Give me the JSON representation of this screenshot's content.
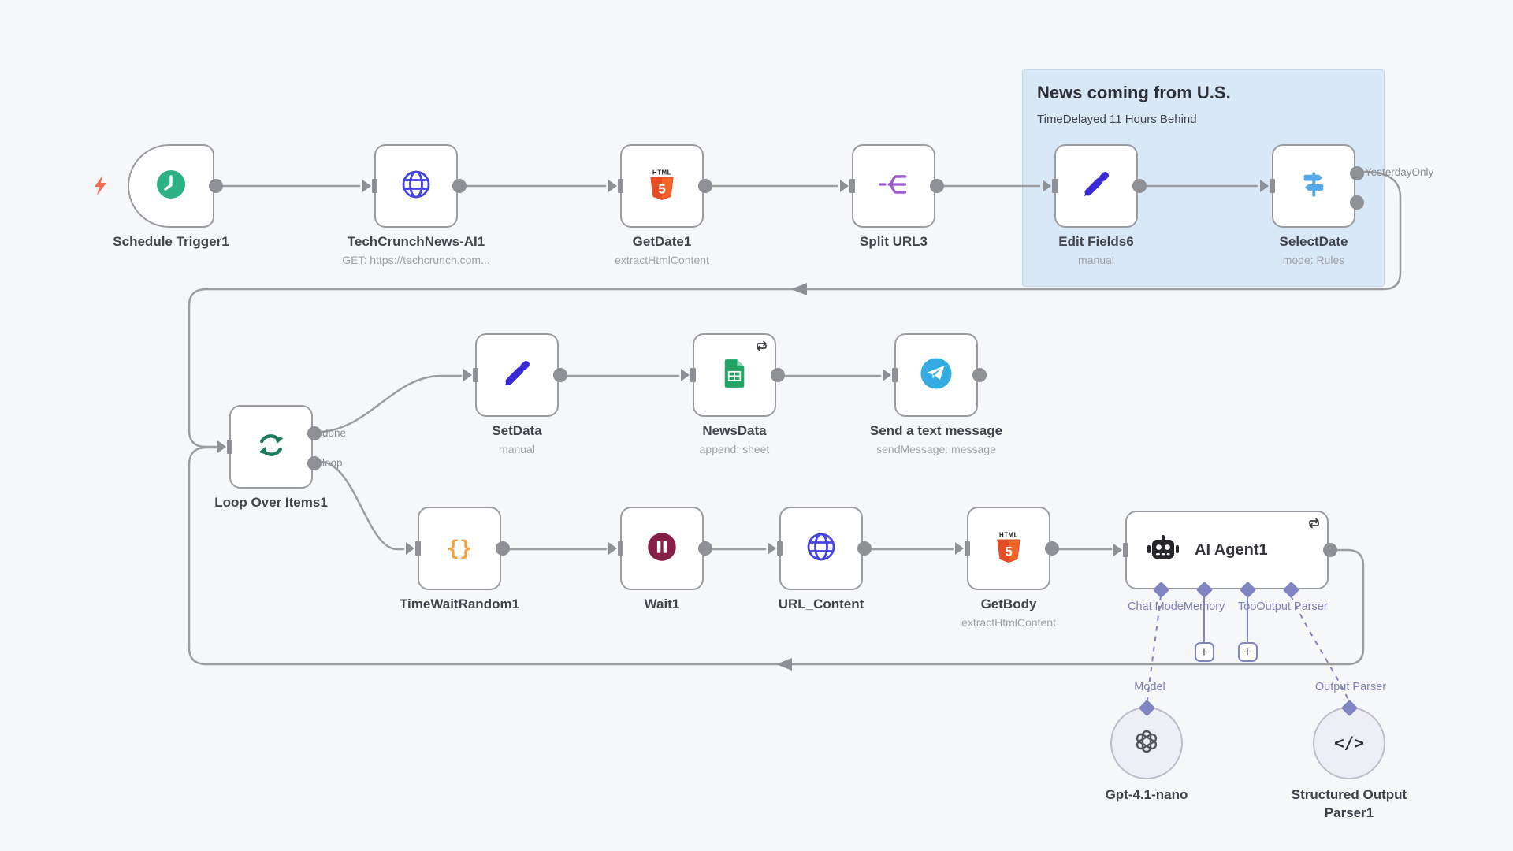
{
  "canvas": {
    "background": "#f6f7f8",
    "wire_color": "#9b9da0",
    "accent_purple": "#8184c2"
  },
  "sticky_note": {
    "title": "News coming from U.S.",
    "subtitle": "TimeDelayed 11 Hours Behind",
    "color": "#d9e8f7"
  },
  "nodes": {
    "schedule_trigger": {
      "name": "Schedule Trigger1"
    },
    "techcrunch_news": {
      "name": "TechCrunchNews-AI1",
      "subtitle": "GET: https://techcrunch.com..."
    },
    "getdate": {
      "name": "GetDate1",
      "subtitle": "extractHtmlContent"
    },
    "split_url": {
      "name": "Split URL3"
    },
    "edit_fields": {
      "name": "Edit Fields6",
      "subtitle": "manual"
    },
    "selectdate": {
      "name": "SelectDate",
      "subtitle": "mode: Rules",
      "output_label": "YesterdayOnly"
    },
    "loop_over_items": {
      "name": "Loop Over Items1",
      "output_done": "done",
      "output_loop": "loop"
    },
    "setdata": {
      "name": "SetData",
      "subtitle": "manual"
    },
    "newsdata": {
      "name": "NewsData",
      "subtitle": "append: sheet"
    },
    "send_text_message": {
      "name": "Send a text message",
      "subtitle": "sendMessage: message"
    },
    "timewaitrandom": {
      "name": "TimeWaitRandom1"
    },
    "wait": {
      "name": "Wait1"
    },
    "url_content": {
      "name": "URL_Content"
    },
    "getbody": {
      "name": "GetBody",
      "subtitle": "extractHtmlContent"
    },
    "ai_agent": {
      "name": "AI Agent1",
      "connector_label_left": "Chat ModeMemory",
      "connector_label_right": "TooOutput Parser",
      "add_button": "+"
    },
    "gpt_model": {
      "name": "Gpt-4.1-nano",
      "port_label": "Model"
    },
    "structured_parser": {
      "name": "Structured Output Parser1",
      "port_label": "Output Parser"
    }
  },
  "icons": {
    "html5_text": "HTML",
    "html5_five": "5",
    "code_braces": "{}",
    "code_tag": "</>"
  }
}
